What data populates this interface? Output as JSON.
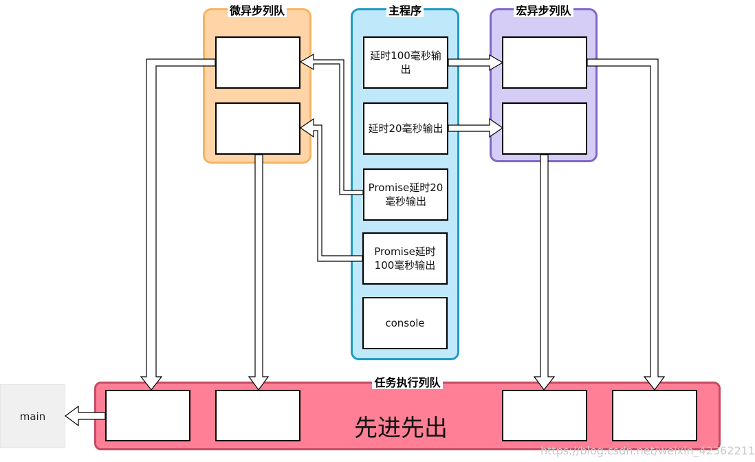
{
  "groups": {
    "micro_title": "微异步列队",
    "main_title": "主程序",
    "macro_title": "宏异步列队",
    "exec_title": "任务执行列队"
  },
  "main_program": {
    "items": [
      "延时100毫秒输出",
      "延时20毫秒输出",
      "Promise延时20毫秒输出",
      "Promise延时100毫秒输出",
      "console"
    ]
  },
  "exec": {
    "center_text": "先进先出"
  },
  "side_label": "main",
  "watermark": "https://blog.csdn.net/weixin_42362211",
  "colors": {
    "micro_fill": "#ffd4a6",
    "main_fill": "#bfe8fb",
    "macro_fill": "#d6cdf6",
    "exec_fill": "#ff8096"
  }
}
